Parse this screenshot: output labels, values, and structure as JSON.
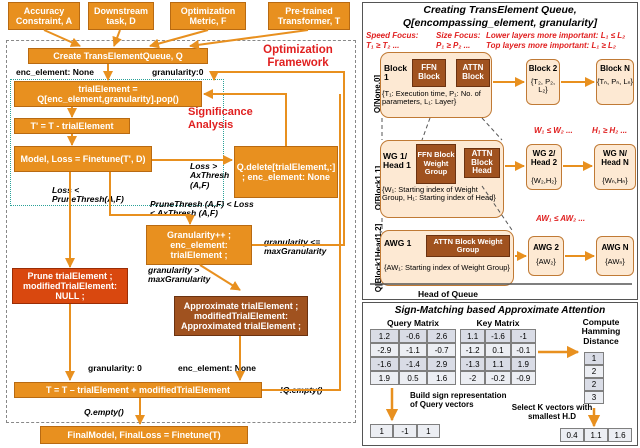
{
  "inputs": [
    "Accuracy Constraint, A",
    "Downstream task, D",
    "Optimization Metric, F",
    "Pre-trained Transformer, T"
  ],
  "left": {
    "create": "Create TransElementQueue, Q",
    "enc_none": "enc_element: None",
    "gran0": "granularity:0",
    "opt_title": "Optimization Framework",
    "trial": "trialElement = Q[enc_element,granularity].pop()",
    "tprime": "T' = T - trialElement",
    "sig": "Significance Analysis",
    "model": "Model, Loss = Finetune(T', D)",
    "qdelete": "Q.delete[trialElement,:] ; enc_element: None",
    "loss_ax": "Loss > AxThresh (A,F)",
    "prune_ax": "PruneThresh (A,F) < Loss < AxThresh (A,F)",
    "loss_prune": "Loss < PruneThresh(A,F)",
    "granpp": "Granularity++ ; enc_element: trialElement ;",
    "gran_le": "granularity <= maxGranularity",
    "gran_gt": "granularity > maxGranularity",
    "prune": "Prune trialElement ; modifiedTrialElement: NULL ;",
    "approx": "Approximate trialElement ; modifiedTrialElement: Approximated trialElement ;",
    "gran0b": "granularity: 0",
    "enc_none2": "enc_element: None",
    "update": "T = T – trialElement + modifiedTrialElement",
    "qnotempty": "!Q.empty()",
    "qempty": "Q.empty()",
    "final": "FinalModel, FinalLoss = Finetune(T)"
  },
  "right_top": {
    "title1": "Creating TransElement Queue,",
    "title2": "Q[encompassing_element, granularity]",
    "speed_lbl": "Speed Focus:",
    "speed": "T₁ ≥ T₂ ...",
    "size_lbl": "Size Focus:",
    "size": "P₁ ≥ P₂ ...",
    "lower": "Lower layers more important: L₁ ≤ L₂",
    "top": "Top layers more important: L₁ ≥ L₂",
    "row0": "Q[None,0]",
    "block1": "Block 1",
    "ffn": "FFN Block",
    "attn": "ATTN Block",
    "block1_desc": "{T₁: Execution time, P₁: No. of parameters, L₁: Layer}",
    "block2": "Block 2",
    "block2_sub": "{T₂, P₂, L₂}",
    "blockN": "Block N",
    "blockN_sub": "{Tₙ, Pₙ, Lₙ}",
    "w_rel": "W₁ ≤ W₂ ...",
    "h_rel": "H₁ ≥ H₂ ...",
    "row1": "Q[Block1,1]",
    "wg1": "WG 1/ Head 1",
    "ffn_wg": "FFN Block Weight Group",
    "attn_head": "ATTN Block Head",
    "wg1_desc": "{W₁: Starting index of Weight Group, H₁: Starting index of Head}",
    "wg2": "WG 2/ Head 2",
    "wg2_sub": "{W₂,H₂}",
    "wgN": "WG N/ Head N",
    "wgN_sub": "{Wₙ,Hₙ}",
    "aw_rel": "AW₁ ≤ AW₂ ...",
    "row2": "Q[Block1Head1,2]",
    "awg1": "AWG 1",
    "attn_wg": "ATTN Block Weight Group",
    "awg1_desc": "{AW₁: Starting index of Weight Group}",
    "awg2": "AWG 2",
    "awg2_sub": "{AW₂}",
    "awgN": "AWG N",
    "awgN_sub": "{AWₙ}",
    "head": "Head of Queue"
  },
  "right_bottom": {
    "title": "Sign-Matching based Approximate Attention",
    "qm_label": "Query Matrix",
    "qm": [
      [
        "1.2",
        "-0.6",
        "2.6"
      ],
      [
        "-2.9",
        "-1.1",
        "-0.7"
      ],
      [
        "-1.6",
        "-1.4",
        "2.9"
      ],
      [
        "1.9",
        "0.5",
        "1.6"
      ]
    ],
    "km_label": "Key Matrix",
    "km": [
      [
        "1.1",
        "-1.6",
        "-1"
      ],
      [
        "-1.2",
        "0.1",
        "-0.1"
      ],
      [
        "-1.3",
        "1.1",
        "1.9"
      ],
      [
        "-2",
        "-0.2",
        "-0.9"
      ]
    ],
    "compute": "Compute Hamming Distance",
    "hd": [
      "1",
      "2",
      "2",
      "3"
    ],
    "build": "Build sign representation of Query vectors",
    "sign": [
      "1",
      "-1",
      "1"
    ],
    "select": "Select K vectors with smallest H.D",
    "sel": [
      "0.4",
      "1.1",
      "1.6"
    ]
  }
}
